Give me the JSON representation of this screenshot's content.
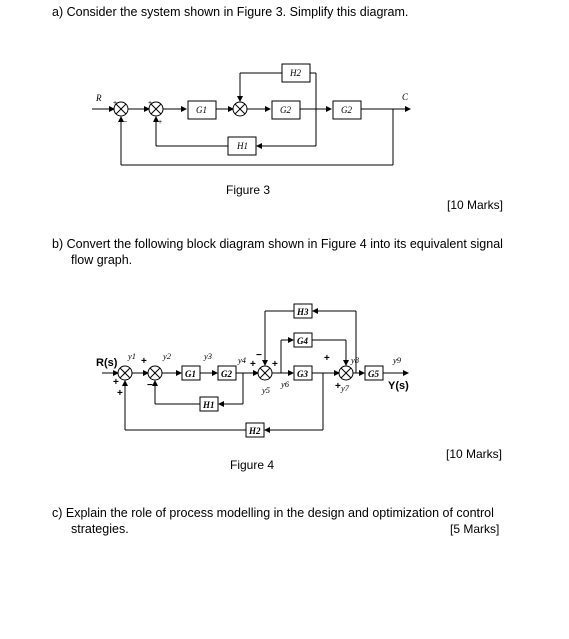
{
  "part_a": {
    "question": "a) Consider the system shown in Figure 3. Simplify this diagram.",
    "caption": "Figure 3",
    "marks": "[10 Marks]",
    "figure": {
      "input": "R",
      "output": "C",
      "blocks": {
        "g1": "G1",
        "g2a": "G2",
        "g2b": "G2",
        "h1": "H1",
        "h2": "H2"
      },
      "signs": {
        "s1_in": "+",
        "s1_fb": "−",
        "s2_in": "+",
        "s2_fb": "+"
      }
    }
  },
  "part_b": {
    "question_line1": "b) Convert the following block diagram shown in Figure 4 into its equivalent signal",
    "question_line2": "flow graph.",
    "caption": "Figure 4",
    "marks": "[10 Marks]",
    "figure": {
      "input": "R(s)",
      "output": "Y(s)",
      "blocks": {
        "g1": "G1",
        "g2": "G2",
        "g3": "G3",
        "g4": "G4",
        "g5": "G5",
        "h1": "H1",
        "h2": "H2",
        "h3": "H3"
      },
      "signals": {
        "y1": "y1",
        "y2": "y2",
        "y3": "y3",
        "y4": "y4",
        "y5": "y5",
        "y6": "y6",
        "y7": "y7",
        "y8": "y8",
        "y9": "y9"
      },
      "signs": {
        "p1": "+",
        "p2": "+",
        "p3": "+",
        "p4": "+",
        "p5": "+",
        "p6": "+",
        "p7": "+",
        "m1": "−",
        "m2": "−"
      }
    }
  },
  "part_c": {
    "question_line1": "c) Explain the role of process modelling in the design and optimization of control",
    "question_line2": "strategies.",
    "marks": "[5 Marks]"
  }
}
